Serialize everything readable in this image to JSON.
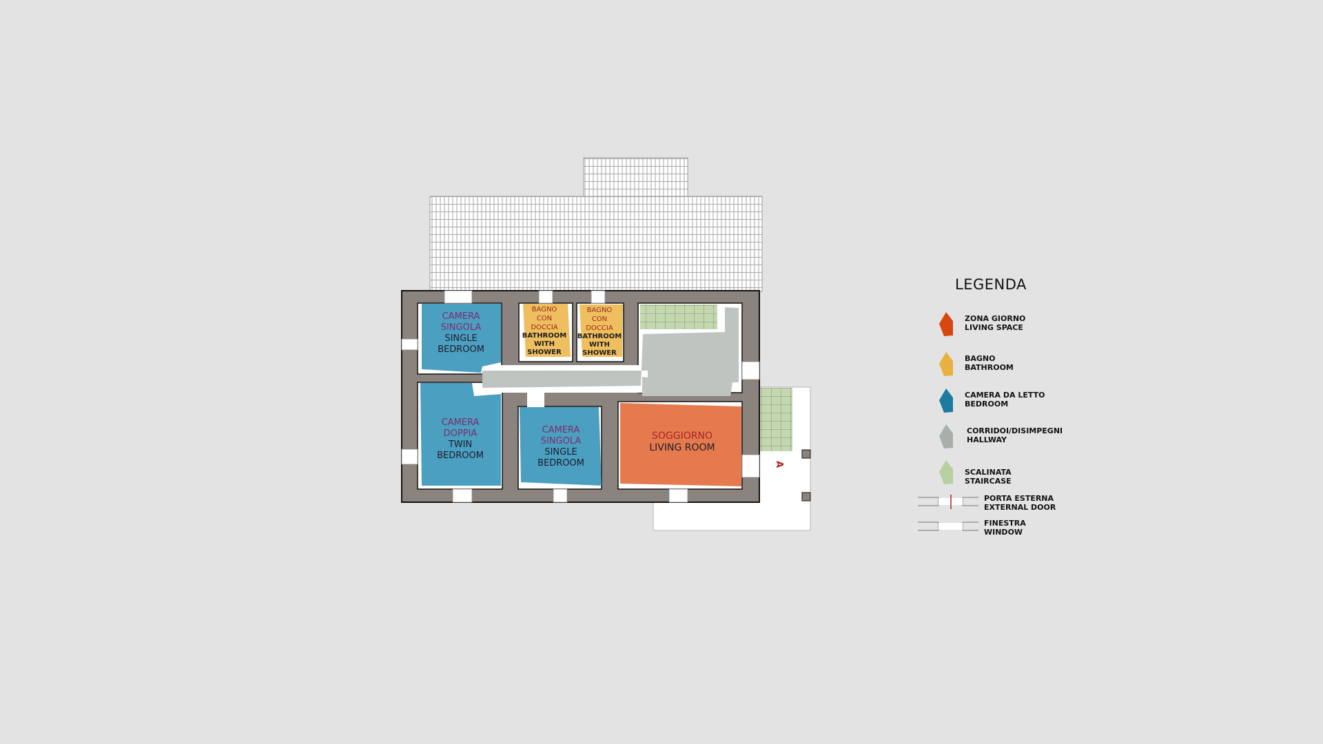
{
  "colors": {
    "background": "#e3e3e3",
    "wall": "#8b837e",
    "living": "#e57a4e",
    "bathroom": "#efbf5f",
    "bedroom": "#4b9fc1",
    "hallway": "#bec4bf",
    "staircase": "#c4d8b0",
    "legend_living": "#d8470f",
    "legend_bathroom": "#e8b03e",
    "legend_bedroom": "#1d7aa0",
    "legend_hallway": "#a8afaa",
    "legend_staircase": "#b8cf9f",
    "door_mark": "#b0241b"
  },
  "rooms": {
    "single_bedroom_1": {
      "it1": "CAMERA",
      "it2": "SINGOLA",
      "en1": "SINGLE",
      "en2": "BEDROOM"
    },
    "bathroom_1": {
      "it1": "BAGNO",
      "it2": "CON",
      "it3": "DOCCIA",
      "en1": "BATHROOM",
      "en2": "WITH",
      "en3": "SHOWER"
    },
    "bathroom_2": {
      "it1": "BAGNO",
      "it2": "CON",
      "it3": "DOCCIA",
      "en1": "BATHROOM",
      "en2": "WITH",
      "en3": "SHOWER"
    },
    "twin_bedroom": {
      "it1": "CAMERA",
      "it2": "DOPPIA",
      "en1": "TWIN",
      "en2": "BEDROOM"
    },
    "single_bedroom_2": {
      "it1": "CAMERA",
      "it2": "SINGOLA",
      "en1": "SINGLE",
      "en2": "BEDROOM"
    },
    "living_room": {
      "it1": "SOGGIORNO",
      "en1": "LIVING ROOM"
    }
  },
  "entrance_marker": "A",
  "legend": {
    "title": "LEGENDA",
    "items": [
      {
        "it": "ZONA GIORNO",
        "en": "LIVING SPACE"
      },
      {
        "it": "BAGNO",
        "en": "BATHROOM"
      },
      {
        "it": "CAMERA DA LETTO",
        "en": "BEDROOM"
      },
      {
        "it": "CORRIDOI/DISIMPEGNI",
        "en": "HALLWAY"
      },
      {
        "it": "SCALINATA",
        "en": "STAIRCASE"
      }
    ],
    "symbols": [
      {
        "it": "PORTA ESTERNA",
        "en": "EXTERNAL DOOR"
      },
      {
        "it": "FINESTRA",
        "en": "WINDOW"
      }
    ]
  }
}
